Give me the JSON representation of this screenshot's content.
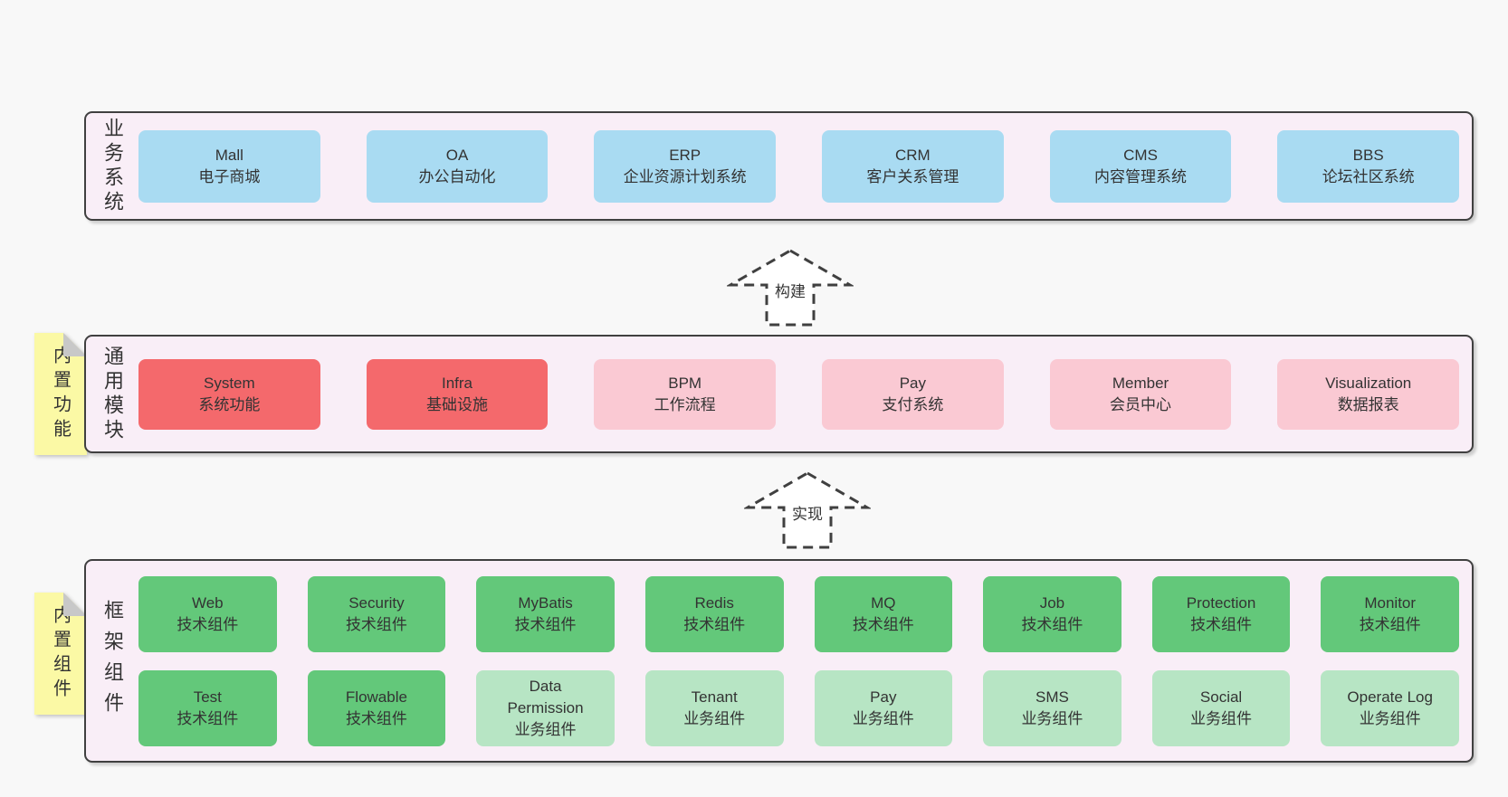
{
  "palette": {
    "page_bg": "#f8f8f8",
    "layer_bg": "#f9eef7",
    "layer_border": "#404040",
    "box_blue": "#a9dbf2",
    "box_red": "#f4696c",
    "box_pink": "#fac9d3",
    "box_green": "#63c87a",
    "box_light_green": "#b7e5c4",
    "note_yellow": "#fbf9a5",
    "note_fold_gray": "#c8c8c8",
    "text": "#333333"
  },
  "layers": {
    "business": {
      "label": "业务系统",
      "boxes": [
        {
          "title": "Mall",
          "subtitle": "电子商城"
        },
        {
          "title": "OA",
          "subtitle": "办公自动化"
        },
        {
          "title": "ERP",
          "subtitle": "企业资源计划系统"
        },
        {
          "title": "CRM",
          "subtitle": "客户关系管理"
        },
        {
          "title": "CMS",
          "subtitle": "内容管理系统"
        },
        {
          "title": "BBS",
          "subtitle": "论坛社区系统"
        }
      ]
    },
    "modules": {
      "label": "通用模块",
      "note": "内置功能",
      "boxes": [
        {
          "title": "System",
          "subtitle": "系统功能"
        },
        {
          "title": "Infra",
          "subtitle": "基础设施"
        },
        {
          "title": "BPM",
          "subtitle": "工作流程"
        },
        {
          "title": "Pay",
          "subtitle": "支付系统"
        },
        {
          "title": "Member",
          "subtitle": "会员中心"
        },
        {
          "title": "Visualization",
          "subtitle": "数据报表"
        }
      ]
    },
    "framework": {
      "label": "框架组件",
      "note": "内置组件",
      "row1": [
        {
          "title": "Web",
          "subtitle": "技术组件"
        },
        {
          "title": "Security",
          "subtitle": "技术组件"
        },
        {
          "title": "MyBatis",
          "subtitle": "技术组件"
        },
        {
          "title": "Redis",
          "subtitle": "技术组件"
        },
        {
          "title": "MQ",
          "subtitle": "技术组件"
        },
        {
          "title": "Job",
          "subtitle": "技术组件"
        },
        {
          "title": "Protection",
          "subtitle": "技术组件"
        },
        {
          "title": "Monitor",
          "subtitle": "技术组件"
        }
      ],
      "row2": [
        {
          "title": "Test",
          "subtitle": "技术组件"
        },
        {
          "title": "Flowable",
          "subtitle": "技术组件"
        },
        {
          "title": "Data\nPermission",
          "subtitle": "业务组件"
        },
        {
          "title": "Tenant",
          "subtitle": "业务组件"
        },
        {
          "title": "Pay",
          "subtitle": "业务组件"
        },
        {
          "title": "SMS",
          "subtitle": "业务组件"
        },
        {
          "title": "Social",
          "subtitle": "业务组件"
        },
        {
          "title": "Operate Log",
          "subtitle": "业务组件"
        }
      ]
    }
  },
  "arrows": {
    "build": {
      "label": "构建"
    },
    "implement": {
      "label": "实现"
    }
  }
}
